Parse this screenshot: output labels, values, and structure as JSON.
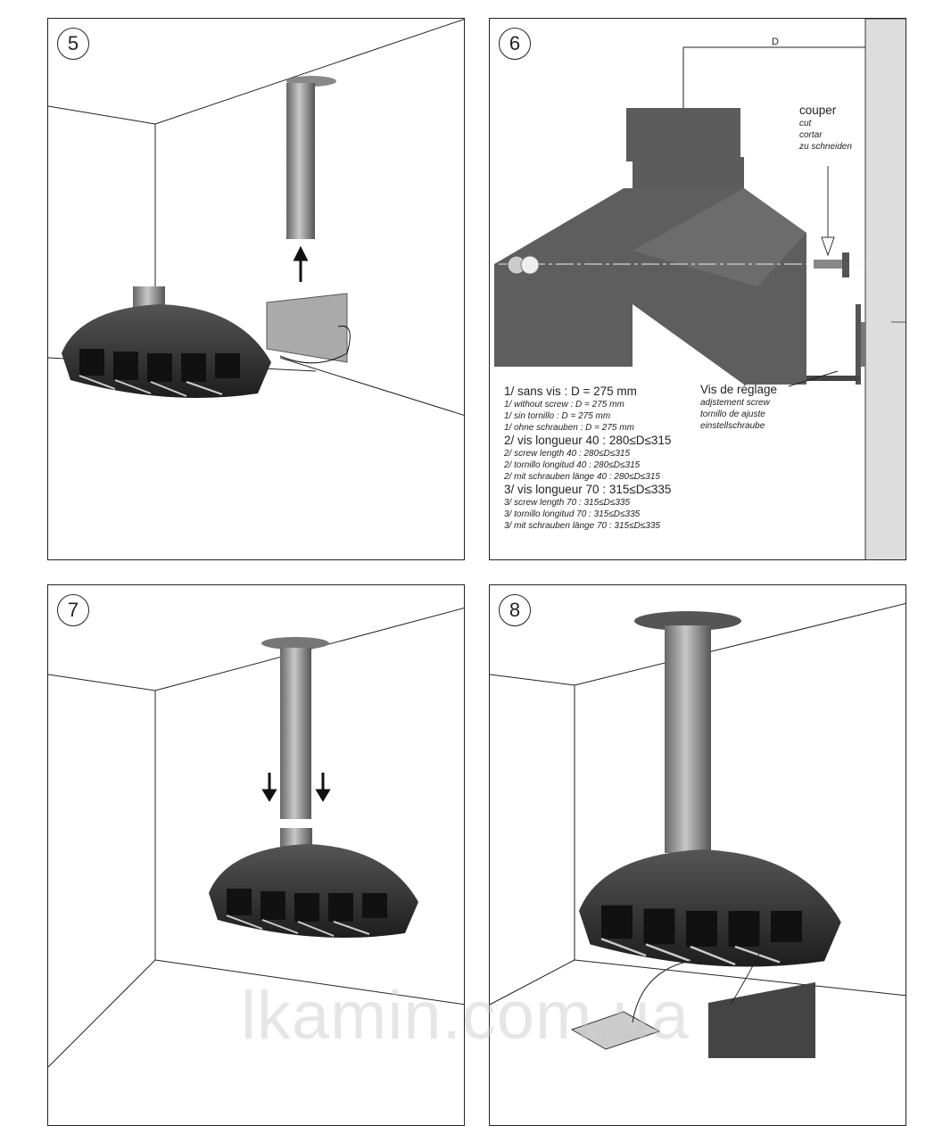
{
  "steps": [
    "5",
    "6",
    "7",
    "8"
  ],
  "panel6": {
    "dimension_label": "D",
    "cut": {
      "fr": "couper",
      "en": "cut",
      "es": "cortar",
      "de": "zu schneiden"
    },
    "adjust": {
      "fr": "Vis de réglage",
      "en": "adjstement screw",
      "es": "tornillo de ajuste",
      "de": "einstellschraube"
    },
    "specs": [
      {
        "fr": "1/ sans vis : D = 275 mm",
        "en": "1/ without screw : D = 275 mm",
        "es": "1/ sin tornillo : D = 275 mm",
        "de": "1/ ohne schrauben : D = 275 mm"
      },
      {
        "fr": "2/ vis longueur 40 : 280≤D≤315",
        "en": "2/ screw length 40 : 280≤D≤315",
        "es": "2/ tornillo longitud 40 : 280≤D≤315",
        "de": "2/ mit schrauben länge 40 : 280≤D≤315"
      },
      {
        "fr": "3/ vis longueur 70 : 315≤D≤335",
        "en": "3/ screw length 70 : 315≤D≤335",
        "es": "3/ tornillo longitud 70 : 315≤D≤335",
        "de": "3/ mit schrauben länge 70 : 315≤D≤335"
      }
    ]
  },
  "watermark": "lkamin.com.ua"
}
